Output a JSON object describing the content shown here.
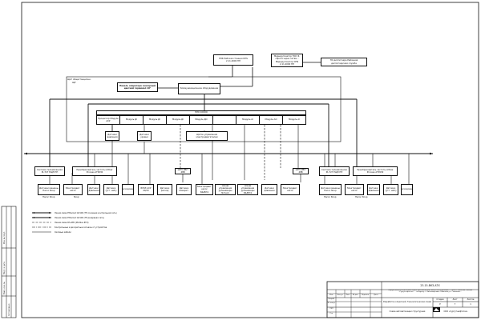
{
  "ui": {
    "line_color": "#111111",
    "background": "#ffffff",
    "dashed_style": "dashed"
  },
  "top": {
    "pc": "ПЭК Рабочая станция DHS 2.11.4000 ПП",
    "router": "Маршрутизатор ТОК Ф. сброса через сетям... Маршрутизатор DHS 2.11.4000 ПП",
    "remote": "ПС диспетчера Районная диспетчерская служба"
  },
  "cabinet": {
    "title_line1": "Щит общестанционн.",
    "title_line2": "ЩУ",
    "operator_panel": "Панель оператора сенсорный цветной терминал 10\"",
    "comm_block": "Коммуникационное оборудование"
  },
  "plc": {
    "title": "ПЛК 100ОО",
    "modules": [
      "Процессор Модуль АСУ",
      "Модуль ДI",
      "Модуль ДI",
      "Модуль ДI",
      "Модуль ДО",
      "",
      "Модуль АI",
      "Модуль АО",
      "Модуль АI"
    ]
  },
  "aux": {
    "sensor_temp": "Датчики давления",
    "sensor_lvl": "Датчики уровня",
    "alarm_block": "Щиток управления электродвигателем"
  },
  "field": {
    "left_modem": "Система телемеханики PL.T27 ЕЩЭ ПП",
    "left_fc": "Преобразователь частоты Altivar Process АТУ630",
    "right_modem": "Система телемеханики PL.T27 ЕЩЭ ПП",
    "right_fc": "Преобразователь частоты Altivar Process АТУ630",
    "ups_left": "ШПУ ИБП 48В",
    "ups_right": "ШПУ ИБП 48В"
  },
  "bottom": {
    "boxes": [
      "Датчики машины Насос Ncup",
      "Электродвиг. насос",
      "Датчики давления",
      "Датчики (уст. наб.)",
      "Расходомер",
      "БУКЭ АСУ 40/2Х",
      "Датчики расход",
      "Датчики измерит.",
      "Электродвиг. насос N&P631",
      "Шкаф управления уровнемеры Ncheck",
      "Шкаф управления уровнемеры N&P631",
      "Датчики давления",
      "Электродвиг. насос",
      "Датчики машины Насос Ncup",
      "Электродвиг. насос",
      "Датчики давления",
      "Датчики (уст. наб.)",
      "Расходомер"
    ],
    "sublabels": [
      "Насос Ncup",
      "Ncup",
      "Насос Ncup",
      "Насос Ncup"
    ]
  },
  "legend": [
    "Линия связи Ethernet 10/100 (ТП основная контрольная сеть)",
    "Линия связи Ethernet 10/100 (ТП резервная сеть)",
    "Линия связи RS-485 (Modbus RTU)",
    "Контрольные и дискретные сигналы от устройства",
    "Силовые кабели"
  ],
  "title_block": {
    "code": "23-15-ВКЗ-АТХ",
    "description": "Сооружения для подготовки сброса дренажных вод. Ввод в эксплуатацию ... Объект: насосная станция «Сургутнефтегаз» ... по адресу: г. Нижневартовск, Районная ул., Скважина...",
    "drawing_title": "Разработка хлоратной. Технологическая схема",
    "sheet_title": "Схема автоматизации структурная",
    "stage": "Р",
    "sheet": "7",
    "sheets": "1",
    "org": "ООО «Сургутнефтегаз»",
    "cols": [
      "Изм.",
      "Кол.уч.",
      "Лист",
      "№ док.",
      "Подпись",
      "Дата"
    ],
    "roles": [
      "Разраб.",
      "Н. контр.",
      "ГИП",
      "Утв."
    ],
    "col_stage": "Стадия",
    "col_sheet": "Лист",
    "col_sheets": "Листов"
  },
  "margin": {
    "inv": "Инв. № подл.",
    "sign": "Подп. и дата",
    "swap": "Взам. инв. №",
    "agreed": "Согласовано"
  }
}
